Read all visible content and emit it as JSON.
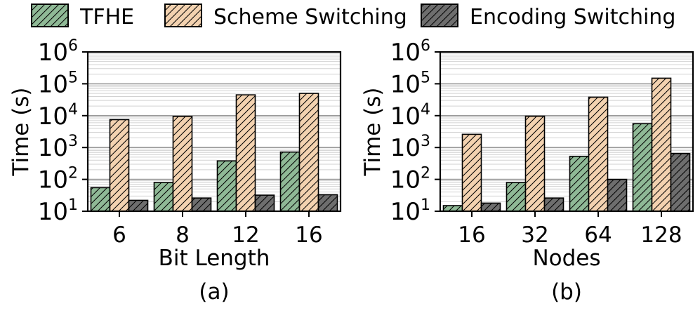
{
  "legend": [
    {
      "name": "TFHE",
      "color": "#8fb996",
      "hatch": "back"
    },
    {
      "name": "Scheme Switching",
      "color": "#f3d2b0",
      "hatch": "back"
    },
    {
      "name": "Encoding Switching",
      "color": "#6e6e6e",
      "hatch": "back"
    }
  ],
  "chart_data": [
    {
      "type": "bar",
      "caption": "(a)",
      "xlabel": "Bit Length",
      "ylabel": "Time (s)",
      "yscale": "log",
      "ylim": [
        10,
        1000000
      ],
      "ytick_exponents": [
        1,
        2,
        3,
        4,
        5,
        6
      ],
      "grid": true,
      "categories": [
        "6",
        "8",
        "12",
        "16"
      ],
      "series": [
        {
          "name": "TFHE",
          "values": [
            55,
            80,
            380,
            720
          ]
        },
        {
          "name": "Scheme Switching",
          "values": [
            7500,
            9500,
            45000,
            50000
          ]
        },
        {
          "name": "Encoding Switching",
          "values": [
            22,
            26,
            32,
            33
          ]
        }
      ]
    },
    {
      "type": "bar",
      "caption": "(b)",
      "xlabel": "Nodes",
      "ylabel": "Time (s)",
      "yscale": "log",
      "ylim": [
        10,
        1000000
      ],
      "ytick_exponents": [
        1,
        2,
        3,
        4,
        5,
        6
      ],
      "grid": true,
      "categories": [
        "16",
        "32",
        "64",
        "128"
      ],
      "series": [
        {
          "name": "TFHE",
          "values": [
            15,
            80,
            530,
            5600
          ]
        },
        {
          "name": "Scheme Switching",
          "values": [
            2600,
            9600,
            38000,
            150000
          ]
        },
        {
          "name": "Encoding Switching",
          "values": [
            18,
            26,
            100,
            650
          ]
        }
      ]
    }
  ]
}
